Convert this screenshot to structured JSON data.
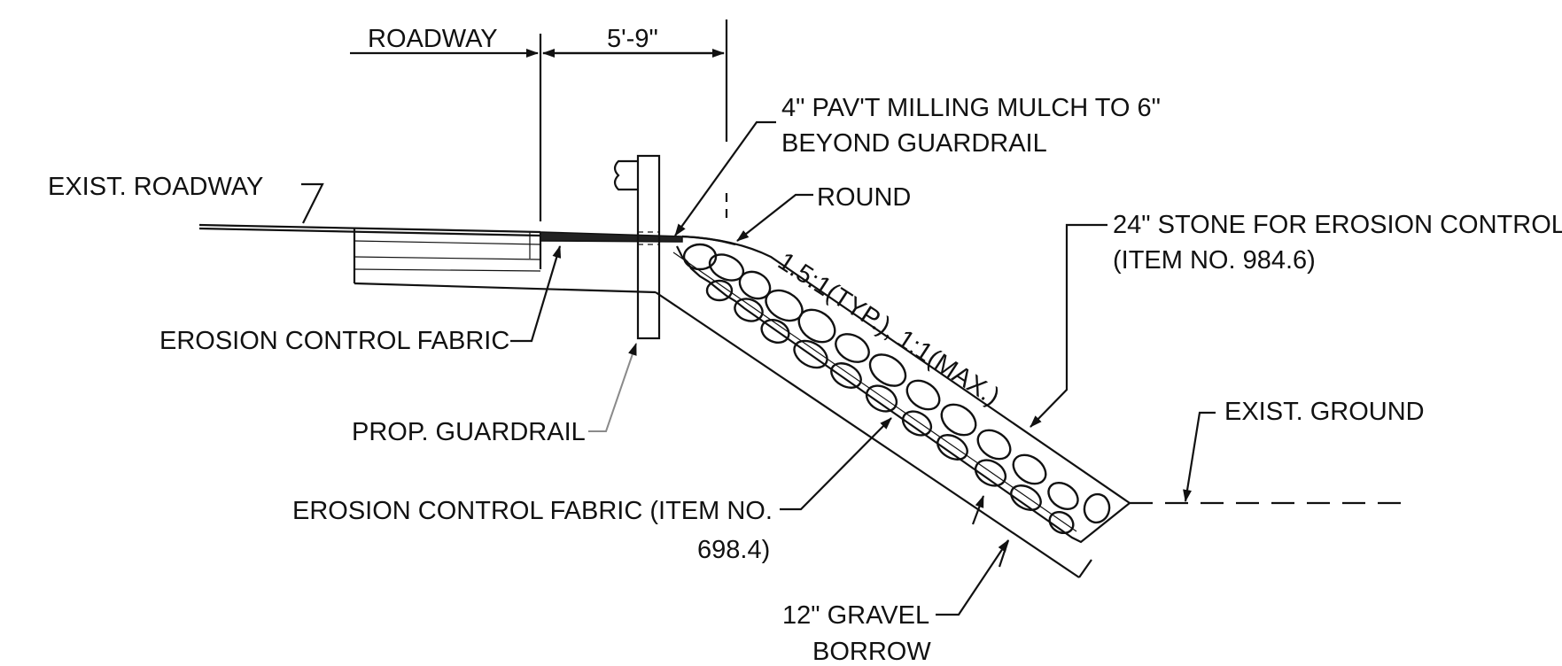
{
  "labels": {
    "roadway": "ROADWAY",
    "dimension": "5'-9\"",
    "mulch_line1": "4\" PAV'T MILLING MULCH TO 6\"",
    "mulch_line2": "BEYOND GUARDRAIL",
    "exist_roadway": "EXIST. ROADWAY",
    "round": "ROUND",
    "stone_line1": "24\" STONE FOR EROSION CONTROL",
    "stone_line2": "(ITEM NO. 984.6)",
    "slope": "1.5:1(TYP.), 1:1(MAX.)",
    "erosion_fabric": "EROSION CONTROL FABRIC",
    "guardrail": "PROP. GUARDRAIL",
    "exist_ground": "EXIST. GROUND",
    "fabric_item_line1": "EROSION CONTROL FABRIC (ITEM NO.",
    "fabric_item_line2": "698.4)",
    "gravel_line1": "12\" GRAVEL",
    "gravel_line2": "BORROW"
  }
}
